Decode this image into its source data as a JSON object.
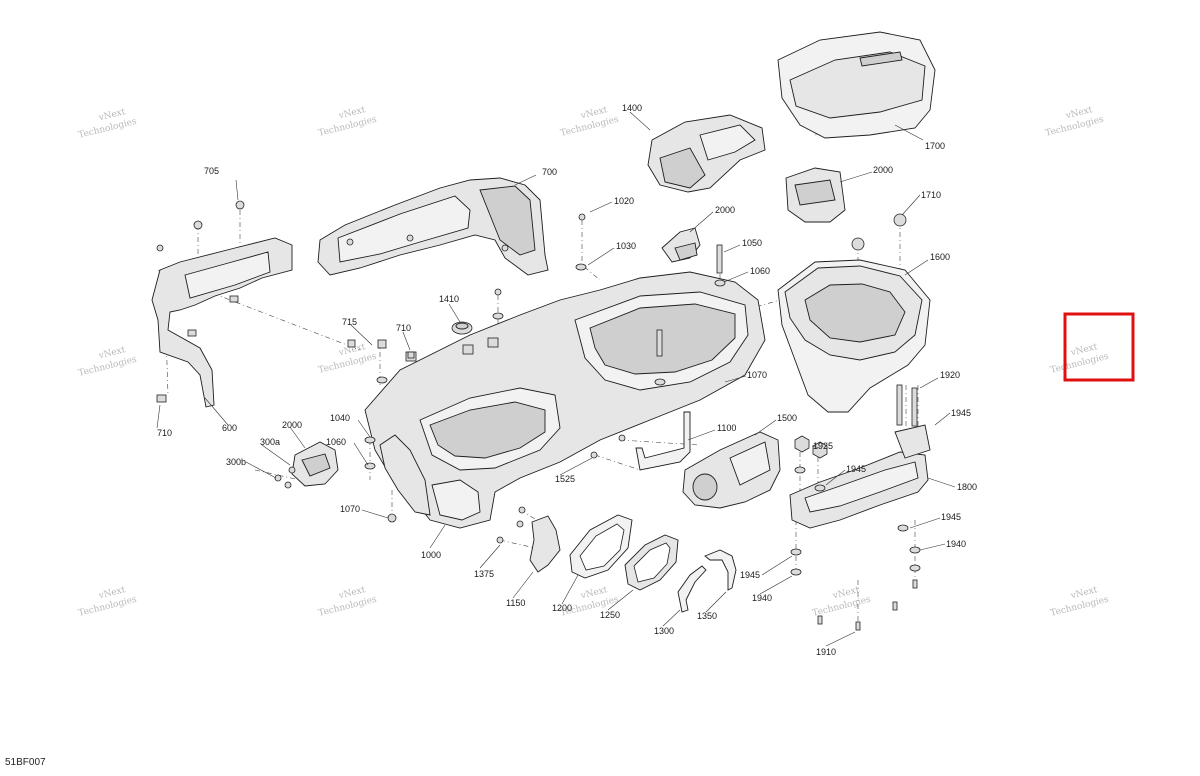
{
  "diagram": {
    "drawing_code": "51BF007",
    "watermark_line1": "vNext",
    "watermark_line2": "Technologies",
    "highlight_color": "#e01010",
    "part_labels": [
      "705",
      "700",
      "1400",
      "1700",
      "2000",
      "1020",
      "2000",
      "1030",
      "1050",
      "1060",
      "1710",
      "1600",
      "1410",
      "715",
      "710",
      "1070",
      "1920",
      "1945",
      "1040",
      "1500",
      "2000",
      "300a",
      "1100",
      "1925",
      "1060",
      "1945",
      "300b",
      "1525",
      "1800",
      "710",
      "600",
      "1070",
      "1945",
      "1940",
      "1000",
      "1375",
      "1150",
      "1200",
      "1250",
      "1300",
      "1350",
      "1945",
      "1940",
      "1910"
    ]
  }
}
